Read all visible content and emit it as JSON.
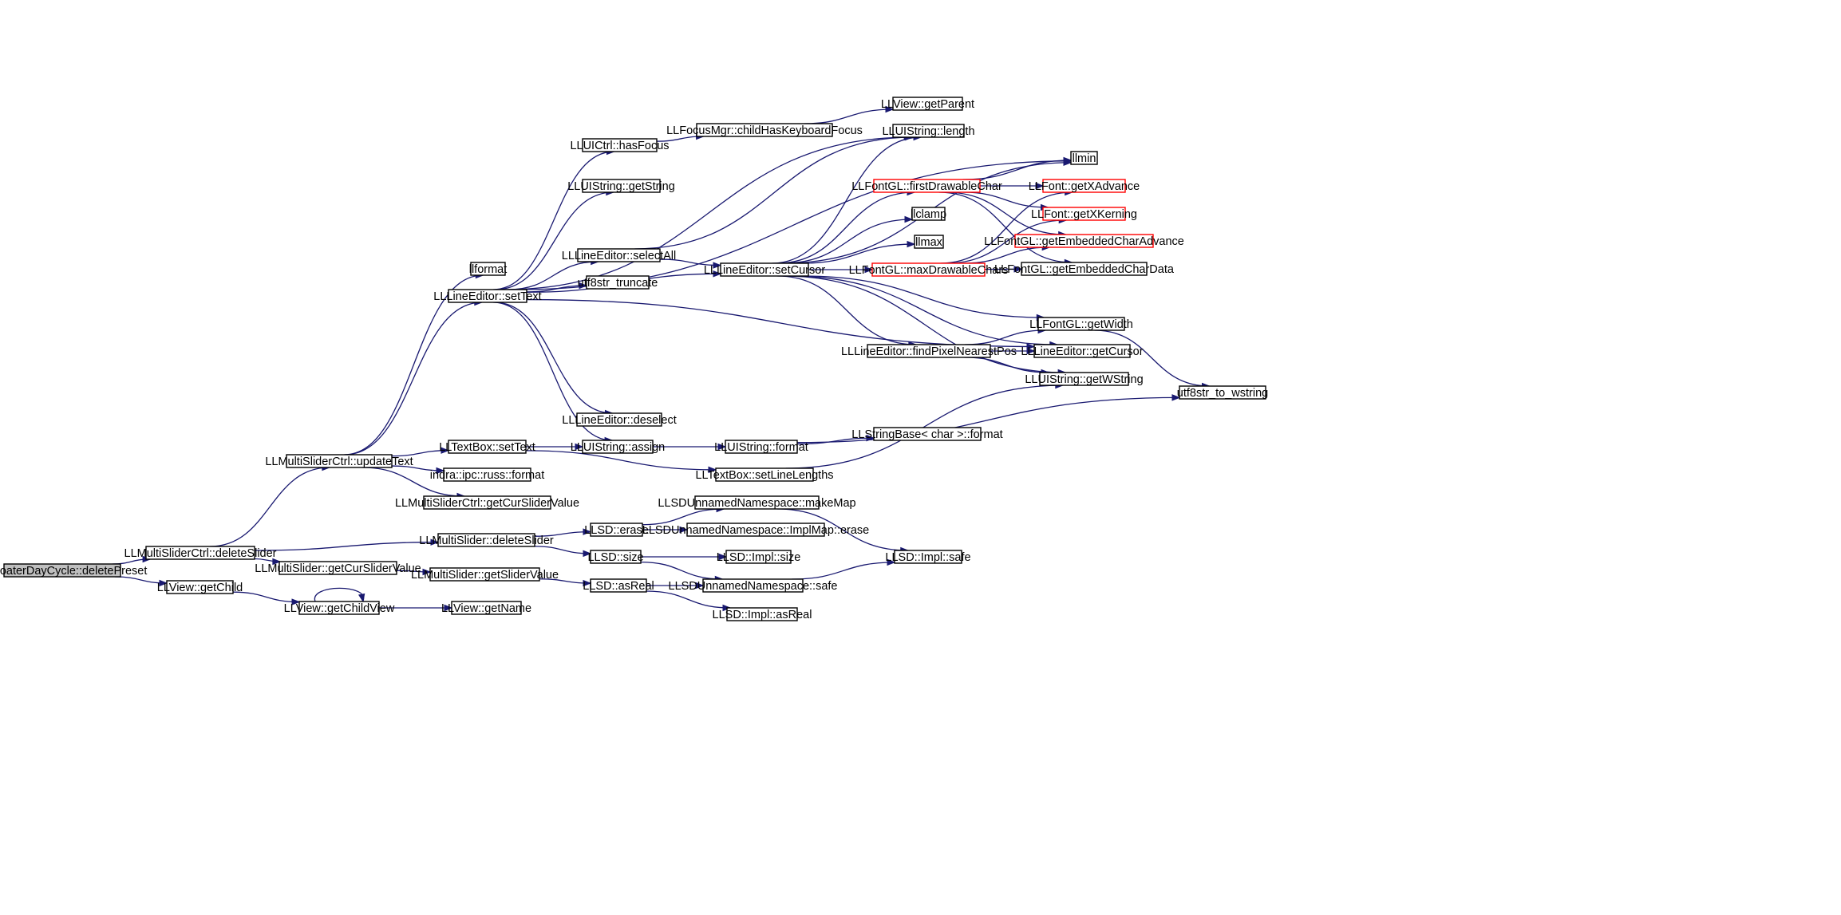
{
  "graph": {
    "colors": {
      "edge": "#191970",
      "node_border": "#000000",
      "truncated_border": "#ff0000",
      "root_fill": "#bfbfbf",
      "background": "#ffffff"
    },
    "nodes": [
      {
        "id": "root",
        "label": "LLFloaterDayCycle::deletePreset",
        "style": "root"
      },
      {
        "id": "msc_deleteSlider",
        "label": "LLMultiSliderCtrl::deleteSlider"
      },
      {
        "id": "view_getChild",
        "label": "LLView::getChild"
      },
      {
        "id": "msc_updateText",
        "label": "LLMultiSliderCtrl::updateText"
      },
      {
        "id": "ms_deleteSlider",
        "label": "LLMultiSlider::deleteSlider"
      },
      {
        "id": "ms_getCurSliderValue",
        "label": "LLMultiSlider::getCurSliderValue"
      },
      {
        "id": "view_getChildView",
        "label": "LLView::getChildView"
      },
      {
        "id": "llformat",
        "label": "llformat"
      },
      {
        "id": "le_setText",
        "label": "LLLineEditor::setText"
      },
      {
        "id": "tb_setText",
        "label": "LLTextBox::setText"
      },
      {
        "id": "russ_format",
        "label": "indra::ipc::russ::format"
      },
      {
        "id": "msc_getCurSliderValue",
        "label": "LLMultiSliderCtrl::getCurSliderValue"
      },
      {
        "id": "llsd_erase",
        "label": "LLSD::erase"
      },
      {
        "id": "llsd_size",
        "label": "LLSD::size"
      },
      {
        "id": "ms_getSliderValue",
        "label": "LLMultiSlider::getSliderValue"
      },
      {
        "id": "llsd_asReal",
        "label": "LLSD::asReal"
      },
      {
        "id": "view_getName",
        "label": "LLView::getName"
      },
      {
        "id": "uictrl_hasFocus",
        "label": "LLUICtrl::hasFocus"
      },
      {
        "id": "uistr_getString",
        "label": "LLUIString::getString"
      },
      {
        "id": "le_selectAll",
        "label": "LLLineEditor::selectAll"
      },
      {
        "id": "utf8str_truncate",
        "label": "utf8str_truncate"
      },
      {
        "id": "le_deselect",
        "label": "LLLineEditor::deselect"
      },
      {
        "id": "uistr_assign",
        "label": "LLUIString::assign"
      },
      {
        "id": "focus_childHasKbd",
        "label": "LLFocusMgr::childHasKeyboardFocus"
      },
      {
        "id": "le_setCursor",
        "label": "LLLineEditor::setCursor"
      },
      {
        "id": "uistr_format",
        "label": "LLUIString::format"
      },
      {
        "id": "tb_setLineLengths",
        "label": "LLTextBox::setLineLengths"
      },
      {
        "id": "ns_makeMap",
        "label": "LLSDUnnamedNamespace::makeMap"
      },
      {
        "id": "ns_implmap_erase",
        "label": "LLSDUnnamedNamespace::ImplMap::erase"
      },
      {
        "id": "impl_size",
        "label": "LLSD::Impl::size"
      },
      {
        "id": "ns_safe",
        "label": "LLSDUnnamedNamespace::safe"
      },
      {
        "id": "impl_asReal",
        "label": "LLSD::Impl::asReal"
      },
      {
        "id": "view_getParent",
        "label": "LLView::getParent"
      },
      {
        "id": "uistr_length",
        "label": "LLUIString::length"
      },
      {
        "id": "fgl_firstDrawableChar",
        "label": "LLFontGL::firstDrawableChar",
        "style": "truncated"
      },
      {
        "id": "llclamp",
        "label": "llclamp"
      },
      {
        "id": "llmax",
        "label": "llmax"
      },
      {
        "id": "fgl_maxDrawableChars",
        "label": "LLFontGL::maxDrawableChars",
        "style": "truncated"
      },
      {
        "id": "le_findPixelNearestPos",
        "label": "LLLineEditor::findPixelNearestPos"
      },
      {
        "id": "strbase_format",
        "label": "LLStringBase< char >::format"
      },
      {
        "id": "impl_safe",
        "label": "LLSD::Impl::safe"
      },
      {
        "id": "llmin",
        "label": "llmin"
      },
      {
        "id": "font_getXAdvance",
        "label": "LLFont::getXAdvance",
        "style": "truncated"
      },
      {
        "id": "font_getXKerning",
        "label": "LLFont::getXKerning",
        "style": "truncated"
      },
      {
        "id": "fgl_getEmbeddedCharAdvance",
        "label": "LLFontGL::getEmbeddedCharAdvance",
        "style": "truncated"
      },
      {
        "id": "fgl_getEmbeddedCharData",
        "label": "LLFontGL::getEmbeddedCharData"
      },
      {
        "id": "fgl_getWidth",
        "label": "LLFontGL::getWidth"
      },
      {
        "id": "le_getCursor",
        "label": "LLLineEditor::getCursor"
      },
      {
        "id": "uistr_getWString",
        "label": "LLUIString::getWString"
      },
      {
        "id": "utf8str_to_wstring",
        "label": "utf8str_to_wstring"
      }
    ],
    "edges": [
      [
        "root",
        "msc_deleteSlider"
      ],
      [
        "root",
        "view_getChild"
      ],
      [
        "msc_deleteSlider",
        "msc_updateText"
      ],
      [
        "msc_deleteSlider",
        "ms_deleteSlider"
      ],
      [
        "msc_deleteSlider",
        "ms_getCurSliderValue"
      ],
      [
        "view_getChild",
        "view_getChildView"
      ],
      [
        "view_getChildView",
        "view_getChildView"
      ],
      [
        "view_getChildView",
        "view_getName"
      ],
      [
        "ms_getCurSliderValue",
        "ms_getSliderValue"
      ],
      [
        "ms_getSliderValue",
        "llsd_asReal"
      ],
      [
        "llsd_asReal",
        "ns_safe"
      ],
      [
        "llsd_asReal",
        "impl_asReal"
      ],
      [
        "ms_deleteSlider",
        "llsd_erase"
      ],
      [
        "ms_deleteSlider",
        "llsd_size"
      ],
      [
        "llsd_erase",
        "ns_makeMap"
      ],
      [
        "llsd_erase",
        "ns_implmap_erase"
      ],
      [
        "llsd_size",
        "impl_size"
      ],
      [
        "llsd_size",
        "ns_safe"
      ],
      [
        "ns_makeMap",
        "impl_safe"
      ],
      [
        "ns_safe",
        "impl_safe"
      ],
      [
        "msc_updateText",
        "llformat"
      ],
      [
        "msc_updateText",
        "le_setText"
      ],
      [
        "msc_updateText",
        "tb_setText"
      ],
      [
        "msc_updateText",
        "russ_format"
      ],
      [
        "msc_updateText",
        "msc_getCurSliderValue"
      ],
      [
        "tb_setText",
        "uistr_assign"
      ],
      [
        "tb_setText",
        "tb_setLineLengths"
      ],
      [
        "tb_setLineLengths",
        "uistr_getWString"
      ],
      [
        "uistr_assign",
        "uistr_format"
      ],
      [
        "uistr_format",
        "strbase_format"
      ],
      [
        "uistr_format",
        "utf8str_to_wstring"
      ],
      [
        "le_setText",
        "uictrl_hasFocus"
      ],
      [
        "le_setText",
        "uistr_getString"
      ],
      [
        "le_setText",
        "le_selectAll"
      ],
      [
        "le_setText",
        "utf8str_truncate"
      ],
      [
        "le_setText",
        "le_setCursor"
      ],
      [
        "le_setText",
        "le_deselect"
      ],
      [
        "le_setText",
        "uistr_assign"
      ],
      [
        "le_setText",
        "uistr_length"
      ],
      [
        "le_setText",
        "llmin"
      ],
      [
        "le_setText",
        "le_getCursor"
      ],
      [
        "uictrl_hasFocus",
        "focus_childHasKbd"
      ],
      [
        "focus_childHasKbd",
        "view_getParent"
      ],
      [
        "le_selectAll",
        "le_setCursor"
      ],
      [
        "le_selectAll",
        "uistr_length"
      ],
      [
        "le_setCursor",
        "uistr_length"
      ],
      [
        "le_setCursor",
        "fgl_firstDrawableChar"
      ],
      [
        "le_setCursor",
        "llclamp"
      ],
      [
        "le_setCursor",
        "llmax"
      ],
      [
        "le_setCursor",
        "fgl_maxDrawableChars"
      ],
      [
        "le_setCursor",
        "fgl_getWidth"
      ],
      [
        "le_setCursor",
        "le_findPixelNearestPos"
      ],
      [
        "le_setCursor",
        "le_getCursor"
      ],
      [
        "le_setCursor",
        "uistr_getWString"
      ],
      [
        "le_setCursor",
        "llmin"
      ],
      [
        "fgl_firstDrawableChar",
        "llmin"
      ],
      [
        "fgl_firstDrawableChar",
        "font_getXAdvance"
      ],
      [
        "fgl_firstDrawableChar",
        "font_getXKerning"
      ],
      [
        "fgl_firstDrawableChar",
        "fgl_getEmbeddedCharAdvance"
      ],
      [
        "fgl_firstDrawableChar",
        "fgl_getEmbeddedCharData"
      ],
      [
        "fgl_maxDrawableChars",
        "font_getXAdvance"
      ],
      [
        "fgl_maxDrawableChars",
        "font_getXKerning"
      ],
      [
        "fgl_maxDrawableChars",
        "fgl_getEmbeddedCharAdvance"
      ],
      [
        "fgl_maxDrawableChars",
        "fgl_getEmbeddedCharData"
      ],
      [
        "le_findPixelNearestPos",
        "fgl_getWidth"
      ],
      [
        "le_findPixelNearestPos",
        "le_getCursor"
      ],
      [
        "le_findPixelNearestPos",
        "uistr_getWString"
      ],
      [
        "fgl_getWidth",
        "utf8str_to_wstring"
      ]
    ]
  }
}
